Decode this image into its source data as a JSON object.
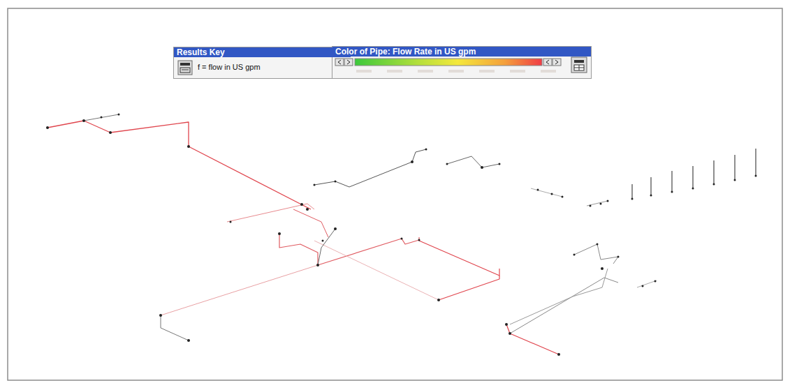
{
  "diagram": {
    "nodes": [
      {
        "text": [
          "Results Key",
          "f = flow in US gpm"
        ]
      },
      {
        "text": [
          "Color of Pipe: Flow Rate in US gpm"
        ]
      }
    ]
  }
}
